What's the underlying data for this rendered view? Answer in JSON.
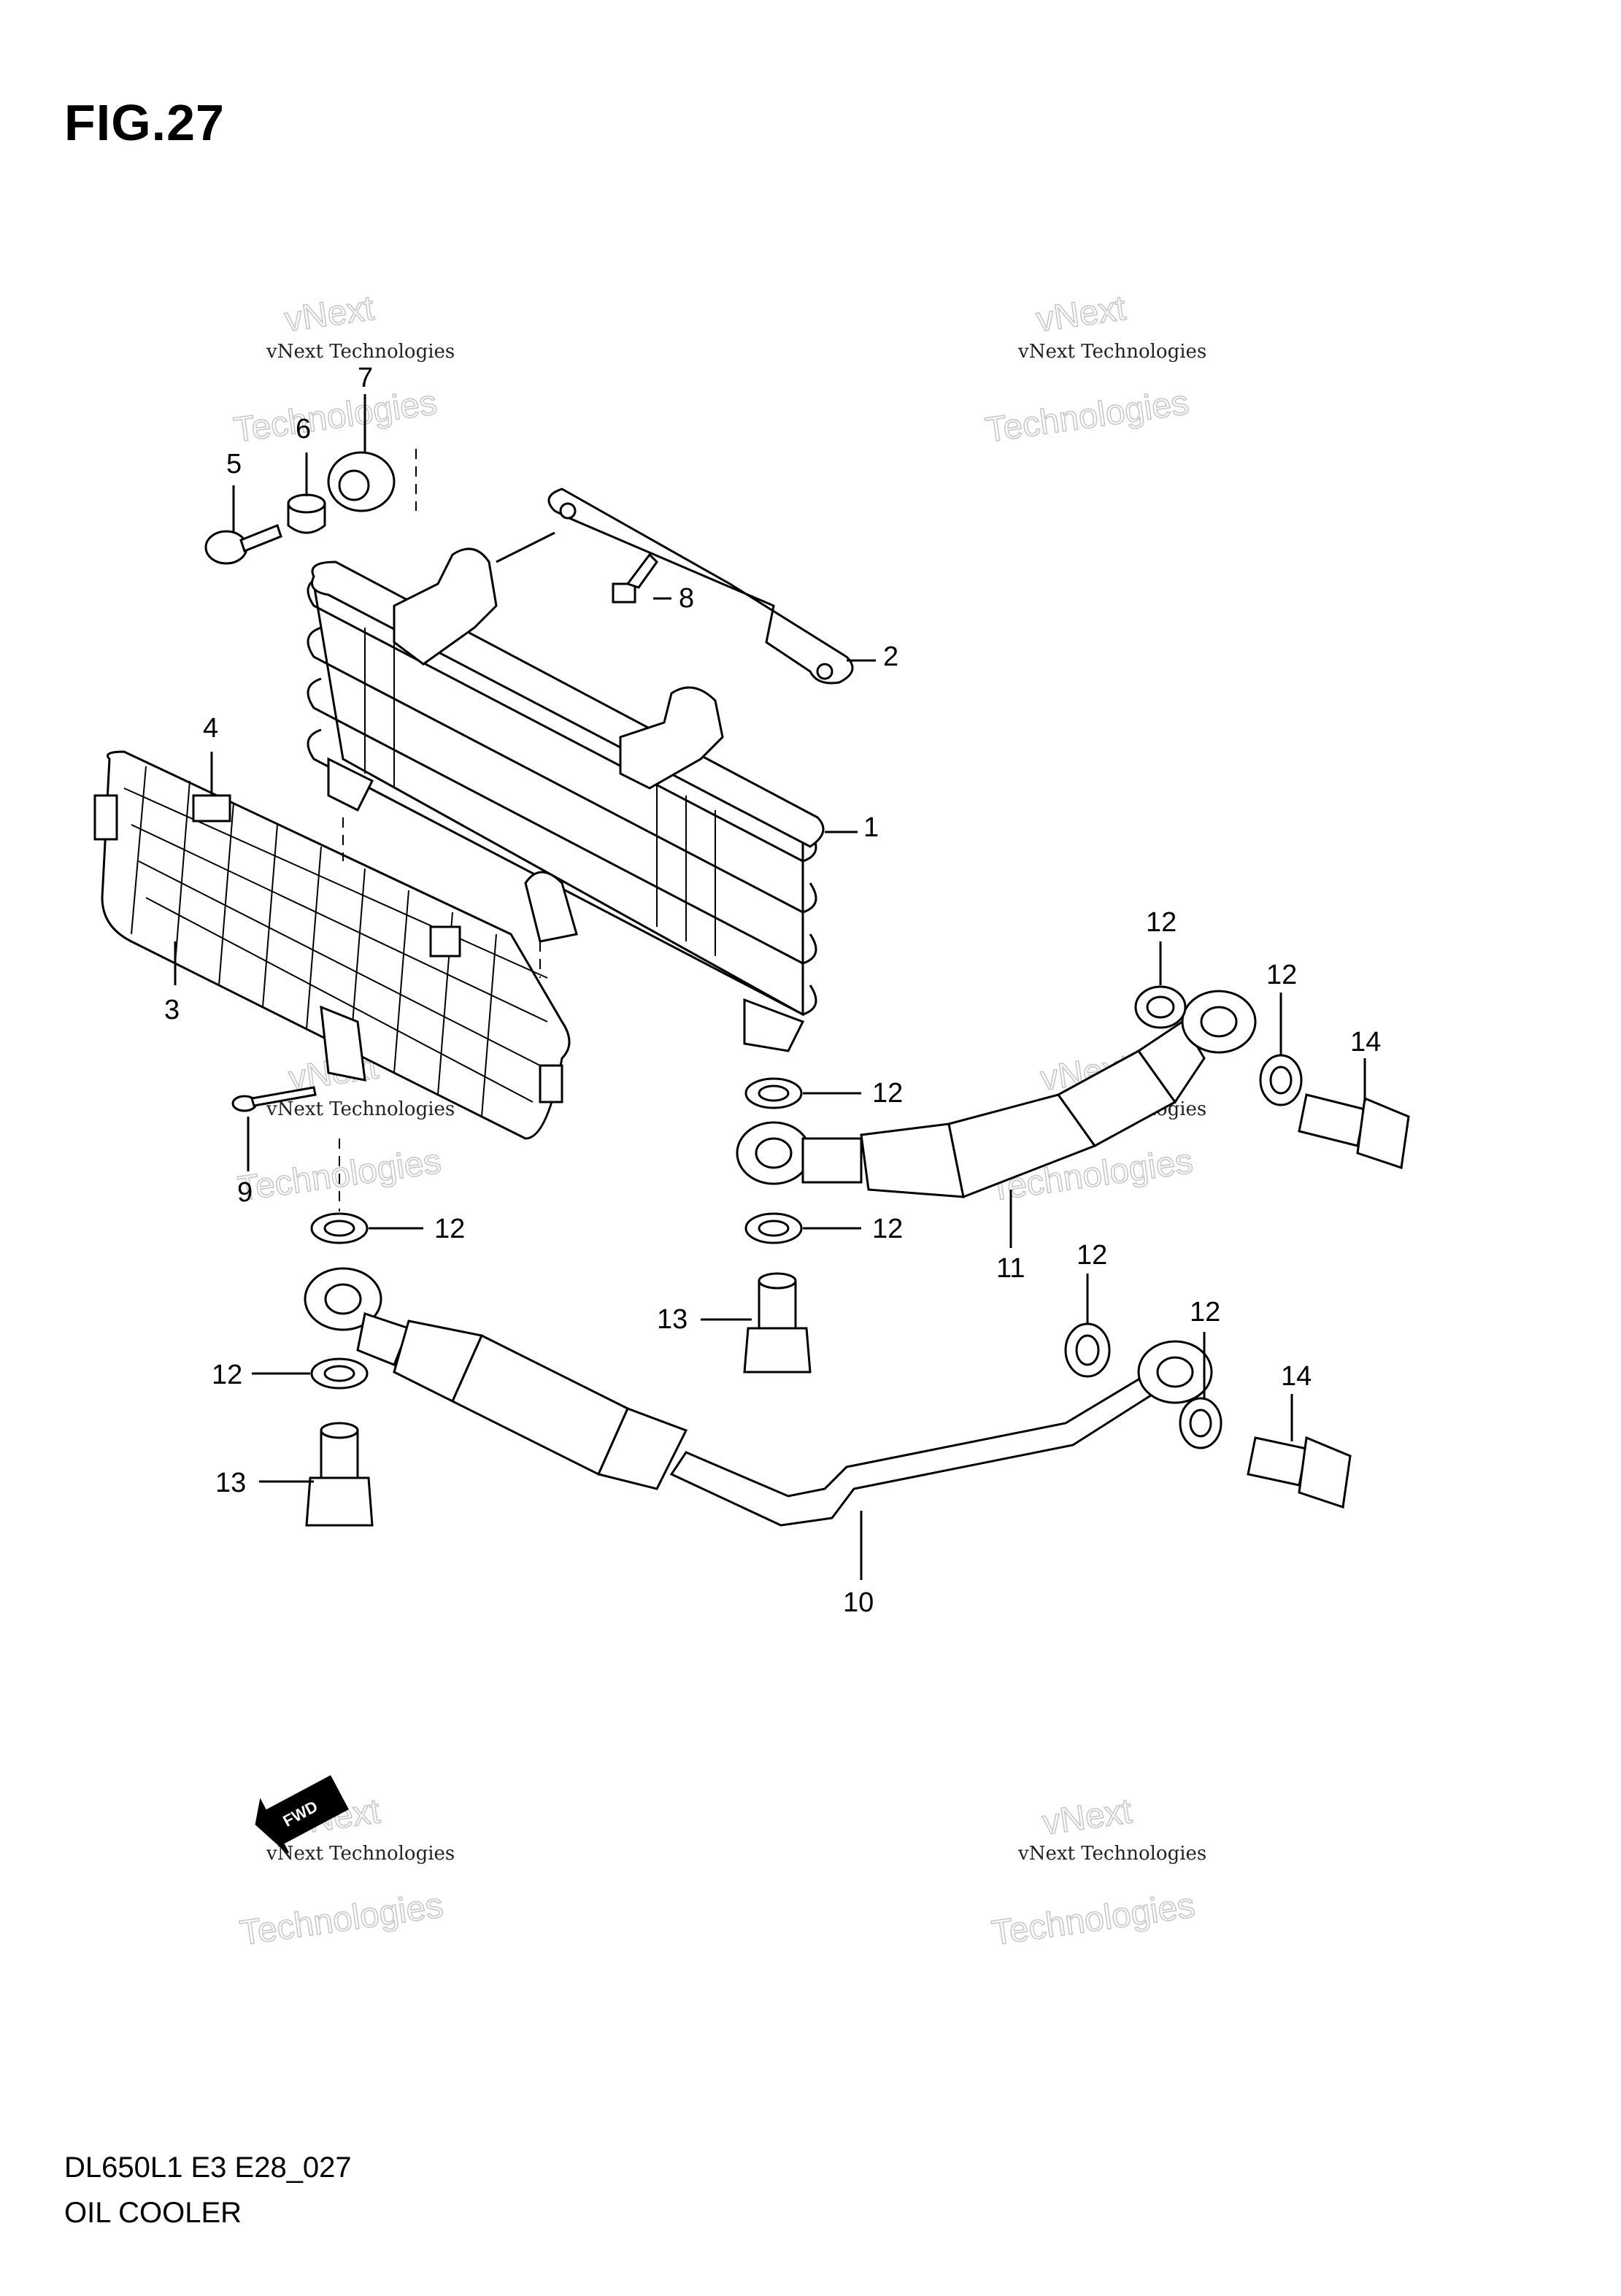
{
  "figure": {
    "title": "FIG.27",
    "model_code": "DL650L1 E3 E28_027",
    "caption": "OIL COOLER"
  },
  "callouts": [
    "1",
    "2",
    "3",
    "4",
    "5",
    "6",
    "7",
    "8",
    "9",
    "10",
    "11",
    "12",
    "12",
    "12",
    "12",
    "12",
    "12",
    "12",
    "12",
    "13",
    "13",
    "14",
    "14"
  ],
  "watermark": {
    "small_text": "vNext Technologies",
    "big_line1": "vNext",
    "big_line2": "Technologies"
  },
  "fwd_label": "FWD"
}
